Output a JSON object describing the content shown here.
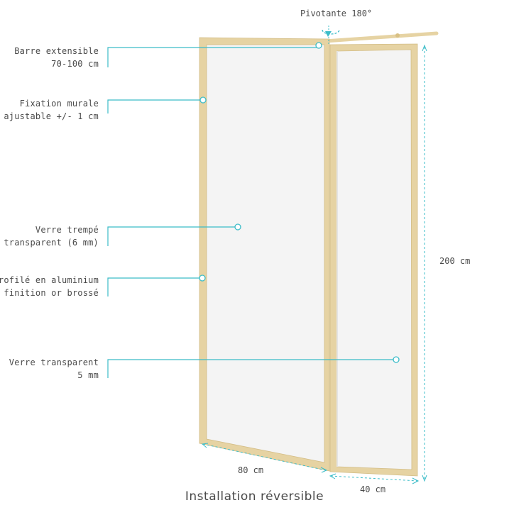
{
  "colors": {
    "frame": "#e6d3a3",
    "frame_dark": "#d8c084",
    "glass": "#f4f4f4",
    "glass_edge": "#e4e4e4",
    "callout": "#3bbcc8",
    "text": "#4a4a4a"
  },
  "labels": [
    {
      "id": "barre",
      "line1": "Barre extensible",
      "line2": "70-100 cm"
    },
    {
      "id": "fixation",
      "line1": "Fixation murale",
      "line2": "ajustable +/- 1 cm"
    },
    {
      "id": "verre-trempe",
      "line1": "Verre trempé",
      "line2": "transparent (6 mm)"
    },
    {
      "id": "profile",
      "line1": "Profilé en aluminium",
      "line2": "finition or brossé"
    },
    {
      "id": "verre-transparent",
      "line1": "Verre transparent",
      "line2": "5 mm"
    }
  ],
  "pivot_label": "Pivotante 180°",
  "dimensions": {
    "height": "200 cm",
    "width_main": "80 cm",
    "width_flap": "40 cm"
  },
  "footer": "Installation réversible"
}
